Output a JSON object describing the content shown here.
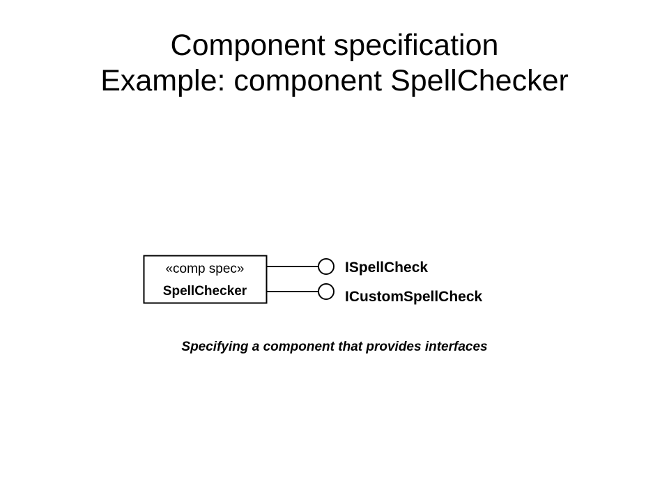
{
  "slide": {
    "title_line1": "Component specification",
    "title_line2": "Example: component SpellChecker",
    "caption": "Specifying a component that provides interfaces"
  },
  "component": {
    "stereotype": "«comp spec»",
    "name": "SpellChecker"
  },
  "interfaces": [
    {
      "label": "ISpellCheck"
    },
    {
      "label": "ICustomSpellCheck"
    }
  ],
  "colors": {
    "ink": "#000000",
    "background": "#ffffff"
  }
}
